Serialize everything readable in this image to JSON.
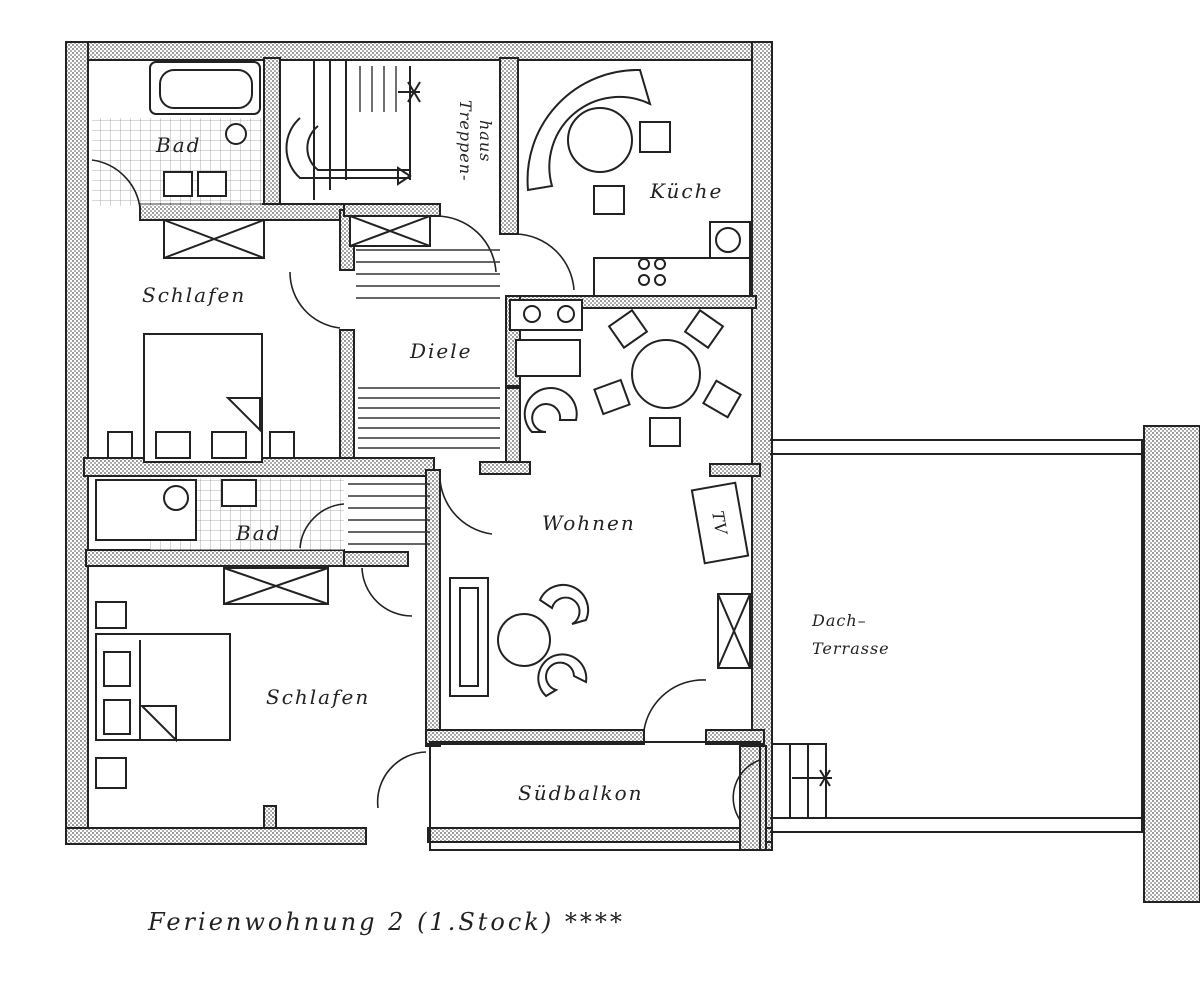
{
  "rooms": {
    "bad_top": "Bad",
    "treppenhaus_line1": "Treppen-",
    "treppenhaus_line2": "haus",
    "kueche": "Küche",
    "schlafen_top": "Schlafen",
    "diele": "Diele",
    "bad_mid": "Bad",
    "wohnen": "Wohnen",
    "tv": "TV",
    "dach_line1": "Dach–",
    "dach_line2": "Terrasse",
    "schlafen_bottom": "Schlafen",
    "suedbalkon": "Südbalkon"
  },
  "caption": "Ferienwohnung 2 (1.Stock) ****",
  "colors": {
    "ink": "#222222",
    "paper": "#ffffff"
  }
}
